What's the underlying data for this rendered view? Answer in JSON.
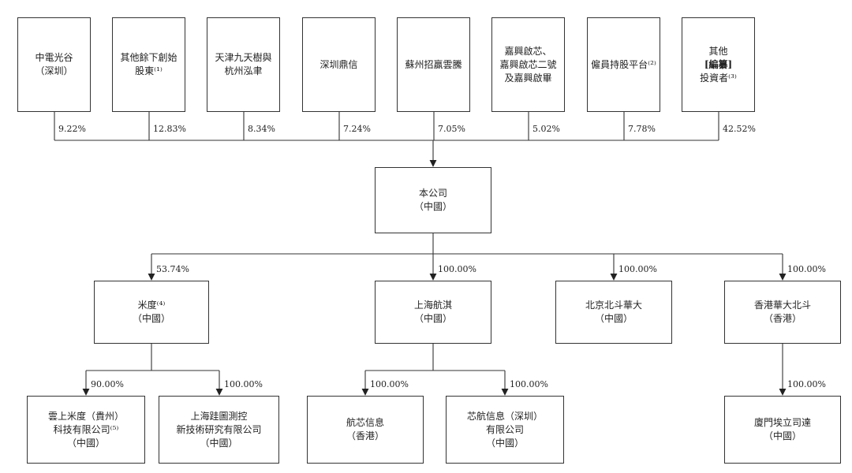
{
  "shareholders": [
    {
      "id": "zhongdian",
      "lines": [
        "中電光谷",
        "（深圳）"
      ],
      "percent": "9.22%"
    },
    {
      "id": "founders",
      "lines": [
        "其他餘下創始",
        "股東⁽¹⁾"
      ],
      "percent": "12.83%"
    },
    {
      "id": "tianjin",
      "lines": [
        "天津九天樹與",
        "杭州泓聿"
      ],
      "percent": "8.34%"
    },
    {
      "id": "dingxin",
      "lines": [
        "深圳鼎信"
      ],
      "percent": "7.24%"
    },
    {
      "id": "suzhou",
      "lines": [
        "蘇州招贏雲騰"
      ],
      "percent": "7.05%"
    },
    {
      "id": "jiaxing",
      "lines": [
        "嘉興啟芯、",
        "嘉興啟芯二號",
        "及嘉興啟畢"
      ],
      "percent": "5.02%"
    },
    {
      "id": "esop",
      "lines": [
        "僱員持股平台⁽²⁾"
      ],
      "percent": "7.78%"
    },
    {
      "id": "others",
      "lines": [
        "其他",
        "[編纂]",
        "投資者⁽³⁾"
      ],
      "percent": "42.52%"
    }
  ],
  "company": {
    "lines": [
      "本公司",
      "（中國）"
    ]
  },
  "subsidiaries": [
    {
      "id": "midu",
      "lines": [
        "米度⁽⁴⁾",
        "（中國）"
      ],
      "percent": "53.74%"
    },
    {
      "id": "hangqi",
      "lines": [
        "上海航淇",
        "（中國）"
      ],
      "percent": "100.00%"
    },
    {
      "id": "beijing",
      "lines": [
        "北京北斗華大",
        "（中國）"
      ],
      "percent": "100.00%"
    },
    {
      "id": "hongkong",
      "lines": [
        "香港華大北斗",
        "（香港）"
      ],
      "percent": "100.00%"
    }
  ],
  "level3": [
    {
      "id": "yunshang",
      "parent": "midu",
      "lines": [
        "雲上米度（貴州）",
        "科技有限公司⁽⁵⁾",
        "（中國）"
      ],
      "percent": "90.00%"
    },
    {
      "id": "shanghai-guitu",
      "parent": "midu",
      "lines": [
        "上海跬圖測控",
        "新技術研究有限公司",
        "（中國）"
      ],
      "percent": "100.00%"
    },
    {
      "id": "hangxin-hk",
      "parent": "hangqi",
      "lines": [
        "航芯信息",
        "（香港）"
      ],
      "percent": "100.00%"
    },
    {
      "id": "xinhang-sz",
      "parent": "hangqi",
      "lines": [
        "芯航信息（深圳）",
        "有限公司",
        "（中國）"
      ],
      "percent": "100.00%"
    },
    {
      "id": "xiamen",
      "parent": "hongkong",
      "lines": [
        "廈門埃立司達",
        "（中國）"
      ],
      "percent": "100.00%"
    }
  ]
}
